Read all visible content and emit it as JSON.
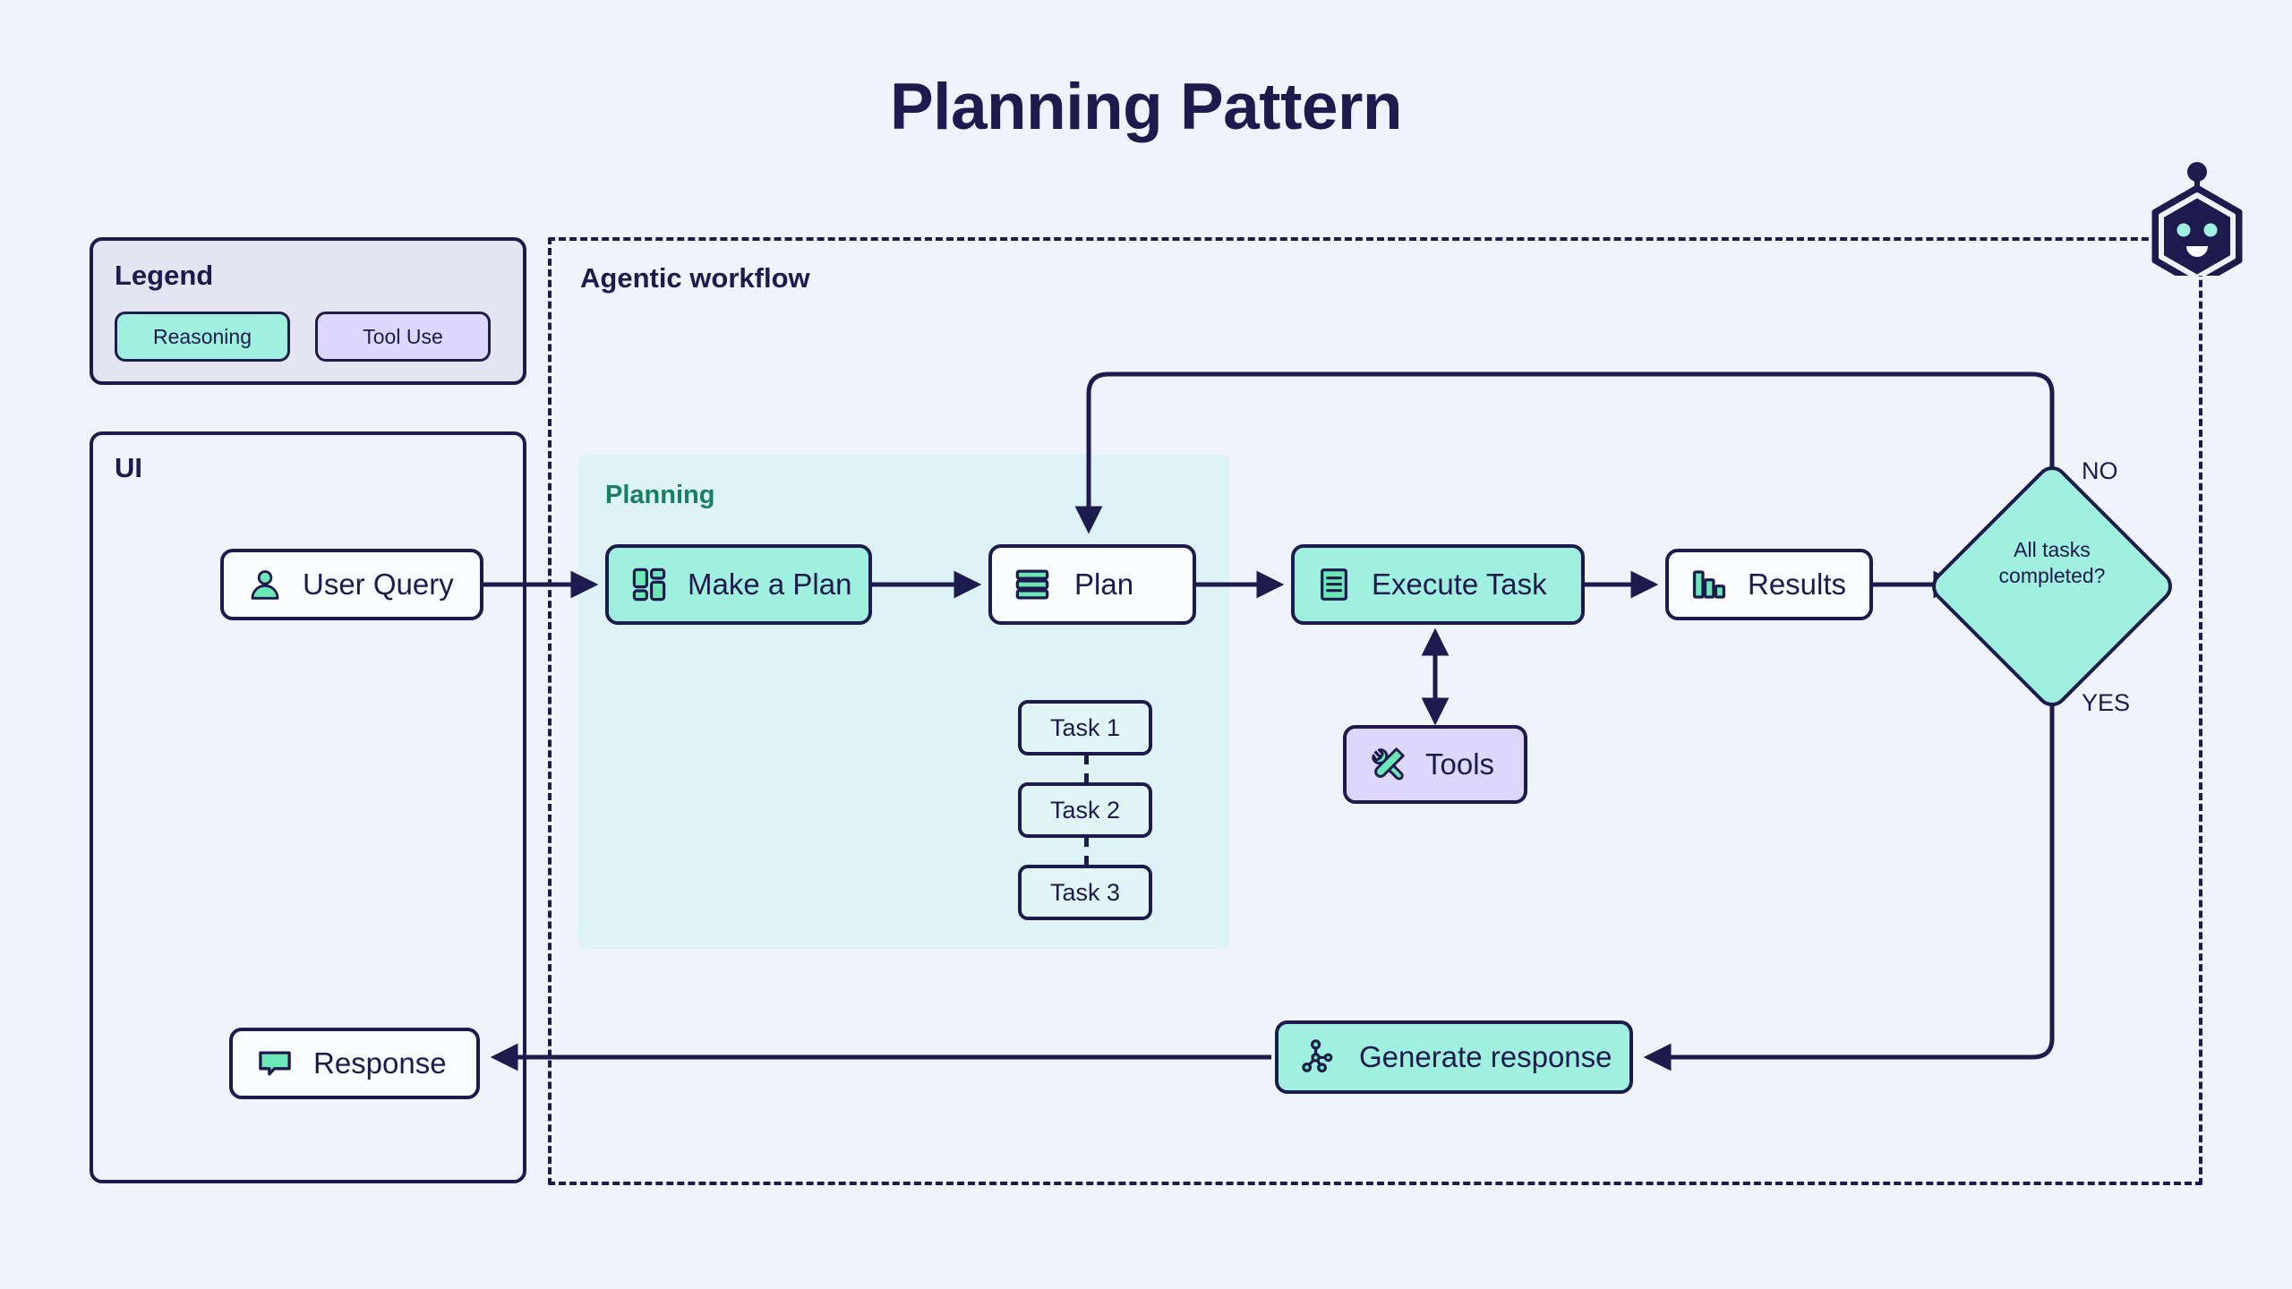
{
  "page": {
    "title": "Planning Pattern",
    "background_color": "#eef3fc",
    "ink_color": "#1d1a4e",
    "reasoning_color": "#9ff0de",
    "tool_color": "#ddd8fb",
    "accent_green": "#6ee7b7",
    "planning_region_color": "#ddf3f7"
  },
  "legend": {
    "title": "Legend",
    "items": [
      {
        "label": "Reasoning",
        "color": "#9ff0de"
      },
      {
        "label": "Tool Use",
        "color": "#ddd8fb"
      }
    ]
  },
  "ui_panel": {
    "title": "UI"
  },
  "agentic": {
    "title": "Agentic workflow"
  },
  "planning": {
    "title": "Planning"
  },
  "nodes": {
    "user_query": {
      "label": "User Query",
      "icon": "user-icon"
    },
    "make_a_plan": {
      "label": "Make a Plan",
      "icon": "dashboard-layout-icon"
    },
    "plan": {
      "label": "Plan",
      "icon": "stacked-list-icon"
    },
    "execute_task": {
      "label": "Execute Task",
      "icon": "document-lines-icon"
    },
    "results": {
      "label": "Results",
      "icon": "bar-chart-icon"
    },
    "tools": {
      "label": "Tools",
      "icon": "wrench-screwdriver-icon"
    },
    "generate_response": {
      "label": "Generate response",
      "icon": "node-graph-icon"
    },
    "response": {
      "label": "Response",
      "icon": "speech-bubble-icon"
    }
  },
  "tasks": [
    {
      "label": "Task 1"
    },
    {
      "label": "Task 2"
    },
    {
      "label": "Task 3"
    }
  ],
  "decision": {
    "line1": "All tasks",
    "line2": "completed?",
    "branch_no": "NO",
    "branch_yes": "YES"
  },
  "robot": {
    "icon": "robot-head-icon"
  }
}
